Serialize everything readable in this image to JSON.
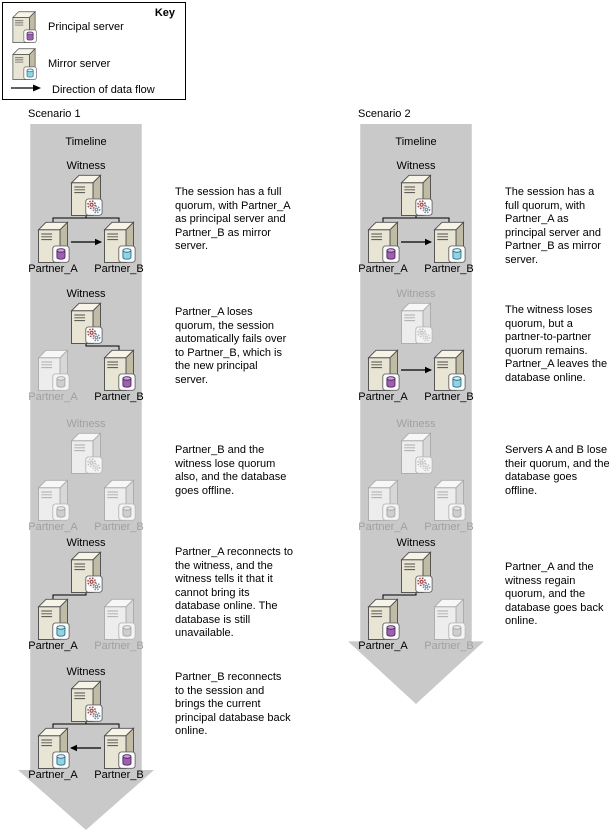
{
  "key": {
    "title": "Key",
    "items": {
      "principal": "Principal server",
      "mirror": "Mirror server",
      "flow": "Direction of data flow"
    }
  },
  "scenarios": [
    {
      "label": "Scenario 1",
      "timeline": "Timeline",
      "stages": [
        {
          "witness": {
            "label": "Witness",
            "state": "active"
          },
          "partner_a": {
            "label": "Partner_A",
            "state": "principal"
          },
          "partner_b": {
            "label": "Partner_B",
            "state": "mirror"
          },
          "link_witness_a": true,
          "link_witness_b": true,
          "flow": "a-to-b",
          "description": "The session has a full quorum, with Partner_A as principal server and Partner_B as mirror server."
        },
        {
          "witness": {
            "label": "Witness",
            "state": "active"
          },
          "partner_a": {
            "label": "Partner_A",
            "state": "offline"
          },
          "partner_b": {
            "label": "Partner_B",
            "state": "principal"
          },
          "link_witness_a": false,
          "link_witness_b": true,
          "flow": "none",
          "description": "Partner_A loses quorum, the session automatically fails over to Partner_B, which is the new principal server."
        },
        {
          "witness": {
            "label": "Witness",
            "state": "offline"
          },
          "partner_a": {
            "label": "Partner_A",
            "state": "offline"
          },
          "partner_b": {
            "label": "Partner_B",
            "state": "offline"
          },
          "link_witness_a": false,
          "link_witness_b": false,
          "flow": "none",
          "description": "Partner_B and the witness lose quorum also, and the database goes offline."
        },
        {
          "witness": {
            "label": "Witness",
            "state": "active"
          },
          "partner_a": {
            "label": "Partner_A",
            "state": "mirror"
          },
          "partner_b": {
            "label": "Partner_B",
            "state": "offline"
          },
          "link_witness_a": true,
          "link_witness_b": false,
          "flow": "none",
          "description": "Partner_A reconnects to the witness, and the witness tells it that it cannot bring its database online. The database is still unavailable."
        },
        {
          "witness": {
            "label": "Witness",
            "state": "active"
          },
          "partner_a": {
            "label": "Partner_A",
            "state": "mirror"
          },
          "partner_b": {
            "label": "Partner_B",
            "state": "principal"
          },
          "link_witness_a": true,
          "link_witness_b": true,
          "flow": "b-to-a",
          "description": "Partner_B reconnects to the session and brings the current principal database back online."
        }
      ]
    },
    {
      "label": "Scenario 2",
      "timeline": "Timeline",
      "stages": [
        {
          "witness": {
            "label": "Witness",
            "state": "active"
          },
          "partner_a": {
            "label": "Partner_A",
            "state": "principal"
          },
          "partner_b": {
            "label": "Partner_B",
            "state": "mirror"
          },
          "link_witness_a": true,
          "link_witness_b": true,
          "flow": "a-to-b",
          "description": "The session has a full quorum, with Partner_A as principal server and Partner_B as mirror server."
        },
        {
          "witness": {
            "label": "Witness",
            "state": "offline"
          },
          "partner_a": {
            "label": "Partner_A",
            "state": "principal"
          },
          "partner_b": {
            "label": "Partner_B",
            "state": "mirror"
          },
          "link_witness_a": false,
          "link_witness_b": false,
          "flow": "a-to-b",
          "description": "The witness loses quorum, but a partner-to-partner quorum remains. Partner_A leaves the database online."
        },
        {
          "witness": {
            "label": "Witness",
            "state": "offline"
          },
          "partner_a": {
            "label": "Partner_A",
            "state": "offline"
          },
          "partner_b": {
            "label": "Partner_B",
            "state": "offline"
          },
          "link_witness_a": false,
          "link_witness_b": false,
          "flow": "none",
          "description": "Servers A and B lose their quorum, and the database goes offline."
        },
        {
          "witness": {
            "label": "Witness",
            "state": "active"
          },
          "partner_a": {
            "label": "Partner_A",
            "state": "principal"
          },
          "partner_b": {
            "label": "Partner_B",
            "state": "offline"
          },
          "link_witness_a": true,
          "link_witness_b": false,
          "flow": "none",
          "description": "Partner_A and the witness regain quorum, and the database goes back online."
        }
      ]
    }
  ]
}
